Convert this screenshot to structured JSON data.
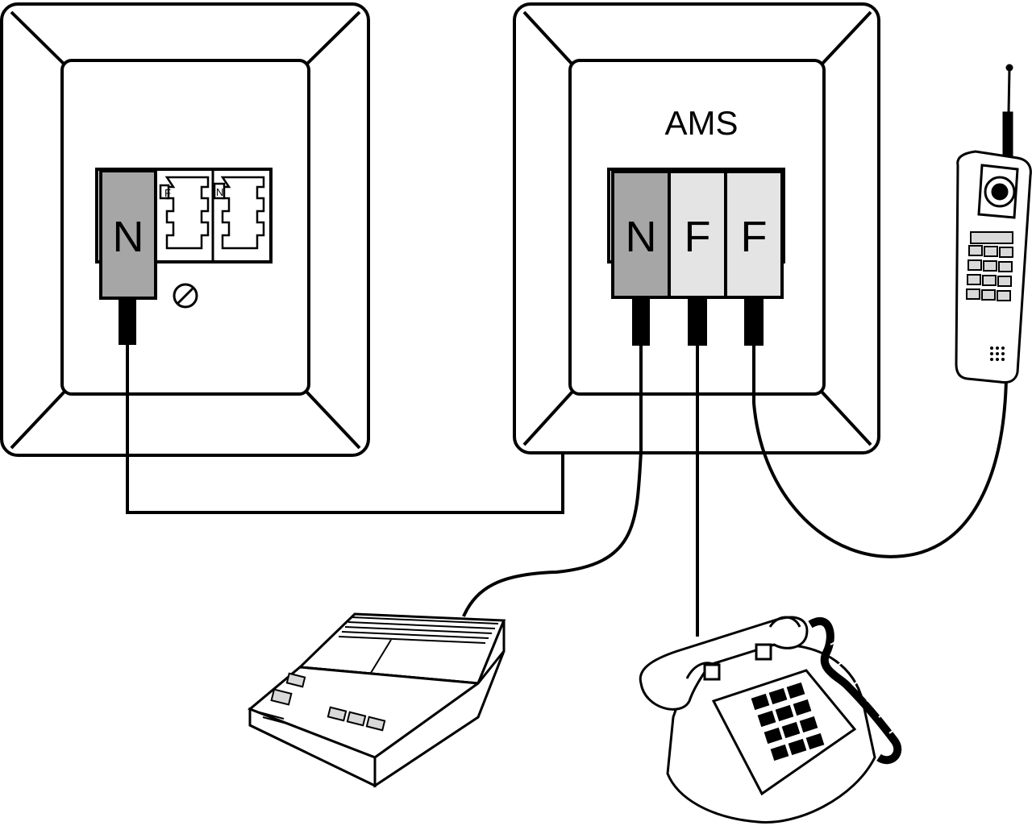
{
  "colors": {
    "line": "#000000",
    "background": "#ffffff",
    "n_plug": "#a6a6a6",
    "f_plug": "#e4e4e4",
    "device_shade": "#d9d9d9"
  },
  "left_socket": {
    "plug_label": "N",
    "port_f_label": "F",
    "port_n_label": "N"
  },
  "ams_socket": {
    "title": "AMS",
    "plug_labels": [
      "N",
      "F",
      "F"
    ]
  },
  "devices": {
    "answering_machine_icon": "answering-machine-icon",
    "desk_phone_icon": "desk-telephone-icon",
    "cordless_phone_icon": "cordless-phone-icon"
  }
}
